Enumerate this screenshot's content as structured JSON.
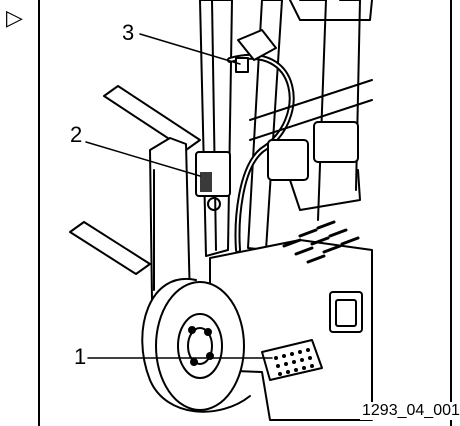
{
  "marker_symbol": "▷",
  "callouts": {
    "c1": "1",
    "c2": "2",
    "c3": "3"
  },
  "figure_id": "1293_04_001",
  "icons": {
    "marker": "play-triangle-outline-icon"
  },
  "colors": {
    "ink": "#000000",
    "paper": "#ffffff",
    "shade": "#3a3a3a"
  }
}
